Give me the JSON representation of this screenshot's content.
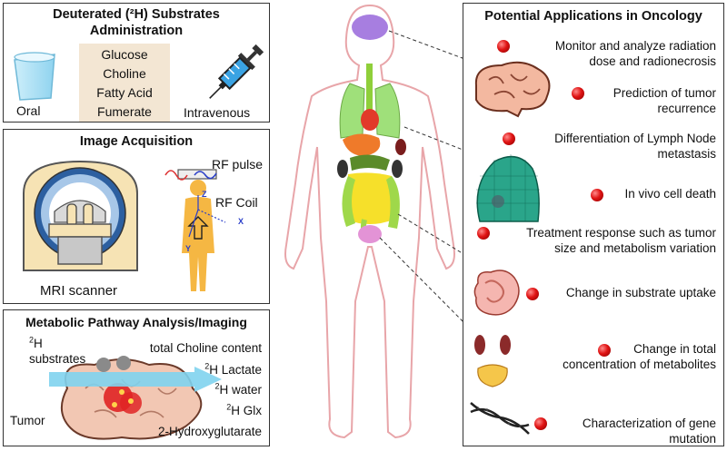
{
  "admin": {
    "title_line1": "Deuterated (²H) Substrates",
    "title_line2": "Administration",
    "substrates": [
      "Glucose",
      "Choline",
      "Fatty Acid",
      "Fumerate"
    ],
    "oral_label": "Oral",
    "iv_label": "Intravenous"
  },
  "acquisition": {
    "title": "Image Acquisition",
    "scanner_label": "MRI scanner",
    "rf_pulse_label": "RF pulse",
    "rf_coil_label": "RF Coil",
    "axis_z": "Z",
    "axis_x": "X",
    "axis_y": "Y"
  },
  "metabolic": {
    "title": "Metabolic Pathway Analysis/Imaging",
    "substrate_sup": "2",
    "substrate_word": "H",
    "substrate_word2": "substrates",
    "tumor_label": "Tumor",
    "items": [
      {
        "sup": "",
        "text": "total Choline content"
      },
      {
        "sup": "2",
        "text": "H Lactate"
      },
      {
        "sup": "2",
        "text": "H water"
      },
      {
        "sup": "2",
        "text": "H Glx"
      },
      {
        "sup": "",
        "text": "2-Hydroxyglutarate"
      }
    ]
  },
  "applications": {
    "title": "Potential Applications in Oncology",
    "items": [
      "Monitor and analyze radiation\ndose and radionecrosis",
      "Prediction of tumor\nrecurrence",
      "Differentiation of Lymph Node\nmetastasis",
      "In vivo cell death",
      "Treatment response such as tumor\nsize and metabolism variation",
      "Change in substrate uptake",
      "Change in total\nconcentration of metabolites",
      "Characterization of gene\nmutation"
    ]
  },
  "colors": {
    "accent_red": "#e01414",
    "substrate_box": "#f3e6d3",
    "arrow_blue": "#7fd3ee",
    "body_outline": "#e8a5a9"
  }
}
